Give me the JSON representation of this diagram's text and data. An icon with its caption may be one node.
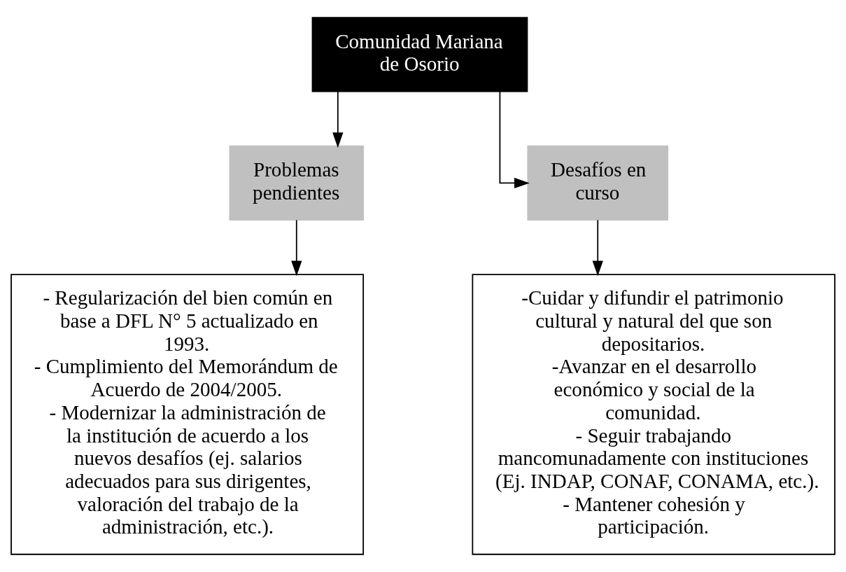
{
  "diagram": {
    "nodes": [
      {
        "text": [
          "Comunidad Mariana de Osorio"
        ]
      },
      {
        "text": [
          "Problemas pendientes"
        ]
      },
      {
        "text": [
          "Desafíos en curso"
        ]
      },
      {
        "text": [
          "- Regularización del bien común en base a DFL N° 5 actualizado en 1993.",
          "- Cumplimiento del Memorándum de Acuerdo de 2004/2005.",
          "- Modernizar la administración de la institución de acuerdo a los nuevos desafíos (ej. salarios adecuados para sus dirigentes, valoración del trabajo de la administración, etc.)."
        ]
      },
      {
        "text": [
          "-Cuidar y difundir el patrimonio cultural y natural del que son depositarios.",
          "-Avanzar en el desarrollo económico y social de la comunidad.",
          "- Seguir trabajando mancomunadamente con instituciones (Ej. INDAP, CONAF, CONAMA, etc.).",
          "- Mantener cohesión y participación."
        ]
      }
    ],
    "edges": [
      {
        "from": 0,
        "to": 1,
        "arrow": "to"
      },
      {
        "from": 0,
        "to": 2,
        "arrow": "to"
      },
      {
        "from": 1,
        "to": 3,
        "arrow": "to"
      },
      {
        "from": 2,
        "to": 4,
        "arrow": "to"
      }
    ]
  }
}
